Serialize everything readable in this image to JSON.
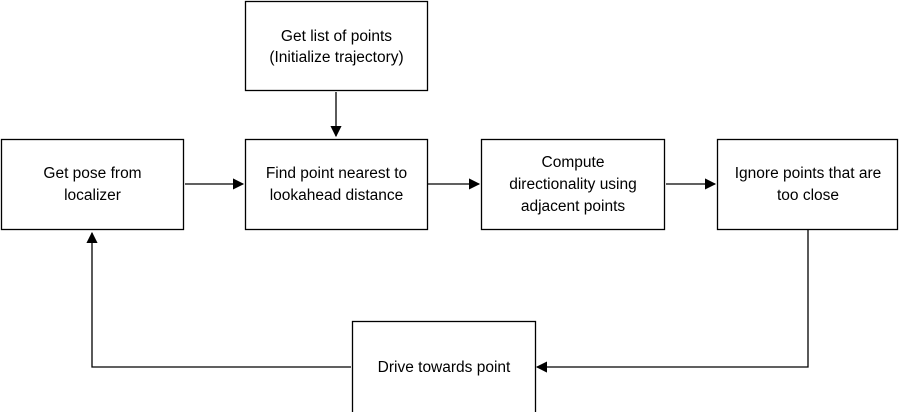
{
  "diagram": {
    "nodes": {
      "get_points": {
        "lines": [
          "Get list of points",
          "(Initialize trajectory)"
        ]
      },
      "get_pose": {
        "lines": [
          "Get pose from",
          "localizer"
        ]
      },
      "find_point": {
        "lines": [
          "Find point nearest to",
          "lookahead distance"
        ]
      },
      "compute_dir": {
        "lines": [
          "Compute",
          "directionality using",
          "adjacent points"
        ]
      },
      "ignore_points": {
        "lines": [
          "Ignore points that are",
          "too close"
        ]
      },
      "drive": {
        "lines": [
          "Drive towards point"
        ]
      }
    },
    "edges": [
      {
        "from": "get_points",
        "to": "find_point"
      },
      {
        "from": "get_pose",
        "to": "find_point"
      },
      {
        "from": "find_point",
        "to": "compute_dir"
      },
      {
        "from": "compute_dir",
        "to": "ignore_points"
      },
      {
        "from": "ignore_points",
        "to": "drive"
      },
      {
        "from": "drive",
        "to": "get_pose"
      }
    ],
    "colors": {
      "stroke": "#000000",
      "fill": "#ffffff",
      "text": "#000000"
    }
  }
}
